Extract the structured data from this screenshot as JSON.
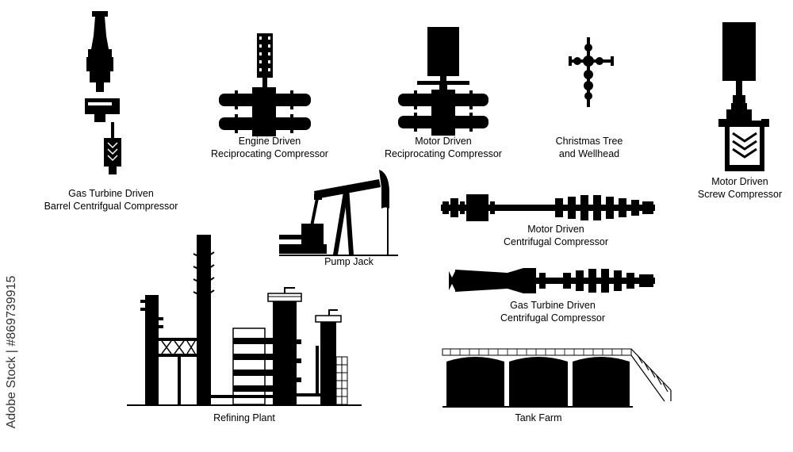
{
  "labels": {
    "barrel_compressor": [
      "Gas Turbine Driven",
      "Barrel Centrifgual Compressor"
    ],
    "engine_recip": [
      "Engine Driven",
      "Reciprocating Compressor"
    ],
    "motor_recip": [
      "Motor Driven",
      "Reciprocating Compressor"
    ],
    "christmas_tree": [
      "Christmas Tree",
      "and Wellhead"
    ],
    "screw_compressor": [
      "Motor Driven",
      "Screw Compressor"
    ],
    "pump_jack": "Pump Jack",
    "motor_centrifugal": [
      "Motor Driven",
      "Centrifugal Compressor"
    ],
    "turbine_centrifugal": [
      "Gas Turbine Driven",
      "Centrifugal Compressor"
    ],
    "refining_plant": "Refining Plant",
    "tank_farm": "Tank Farm"
  },
  "stock_id": "Adobe Stock | #869739915",
  "colors": {
    "ink": "#000000",
    "background": "#ffffff"
  }
}
